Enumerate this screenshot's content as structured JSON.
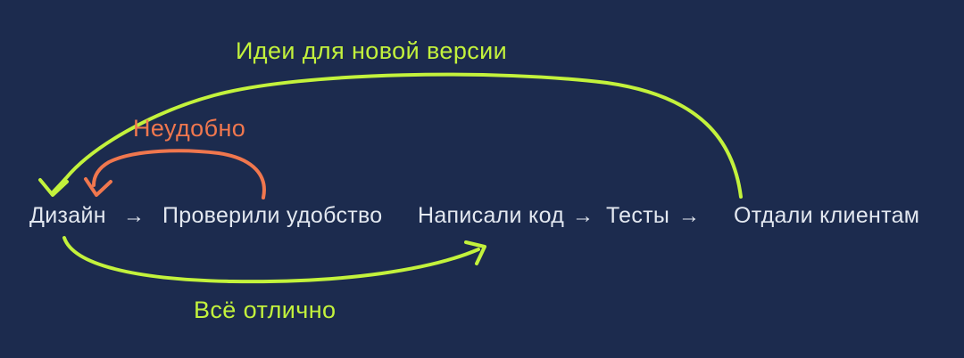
{
  "colors": {
    "bg": "#1c2b4e",
    "green": "#c3f23c",
    "orange": "#f0774e",
    "text": "#e3e8f0"
  },
  "flow": {
    "arrow_glyph": "→",
    "nodes": [
      {
        "label": "Дизайн"
      },
      {
        "label": "Проверили удобство"
      },
      {
        "label": "Написали код"
      },
      {
        "label": "Тесты"
      },
      {
        "label": "Отдали клиентам"
      }
    ]
  },
  "annotations": {
    "ideas": {
      "label": "Идеи для новой версии",
      "color": "green",
      "from": "Отдали клиентам",
      "to": "Дизайн"
    },
    "uncomfortable": {
      "label": "Неудобно",
      "color": "orange",
      "from": "Проверили удобство",
      "to": "Дизайн"
    },
    "great": {
      "label": "Всё отлично",
      "color": "green",
      "from": "Дизайн",
      "to": "Написали код"
    }
  }
}
